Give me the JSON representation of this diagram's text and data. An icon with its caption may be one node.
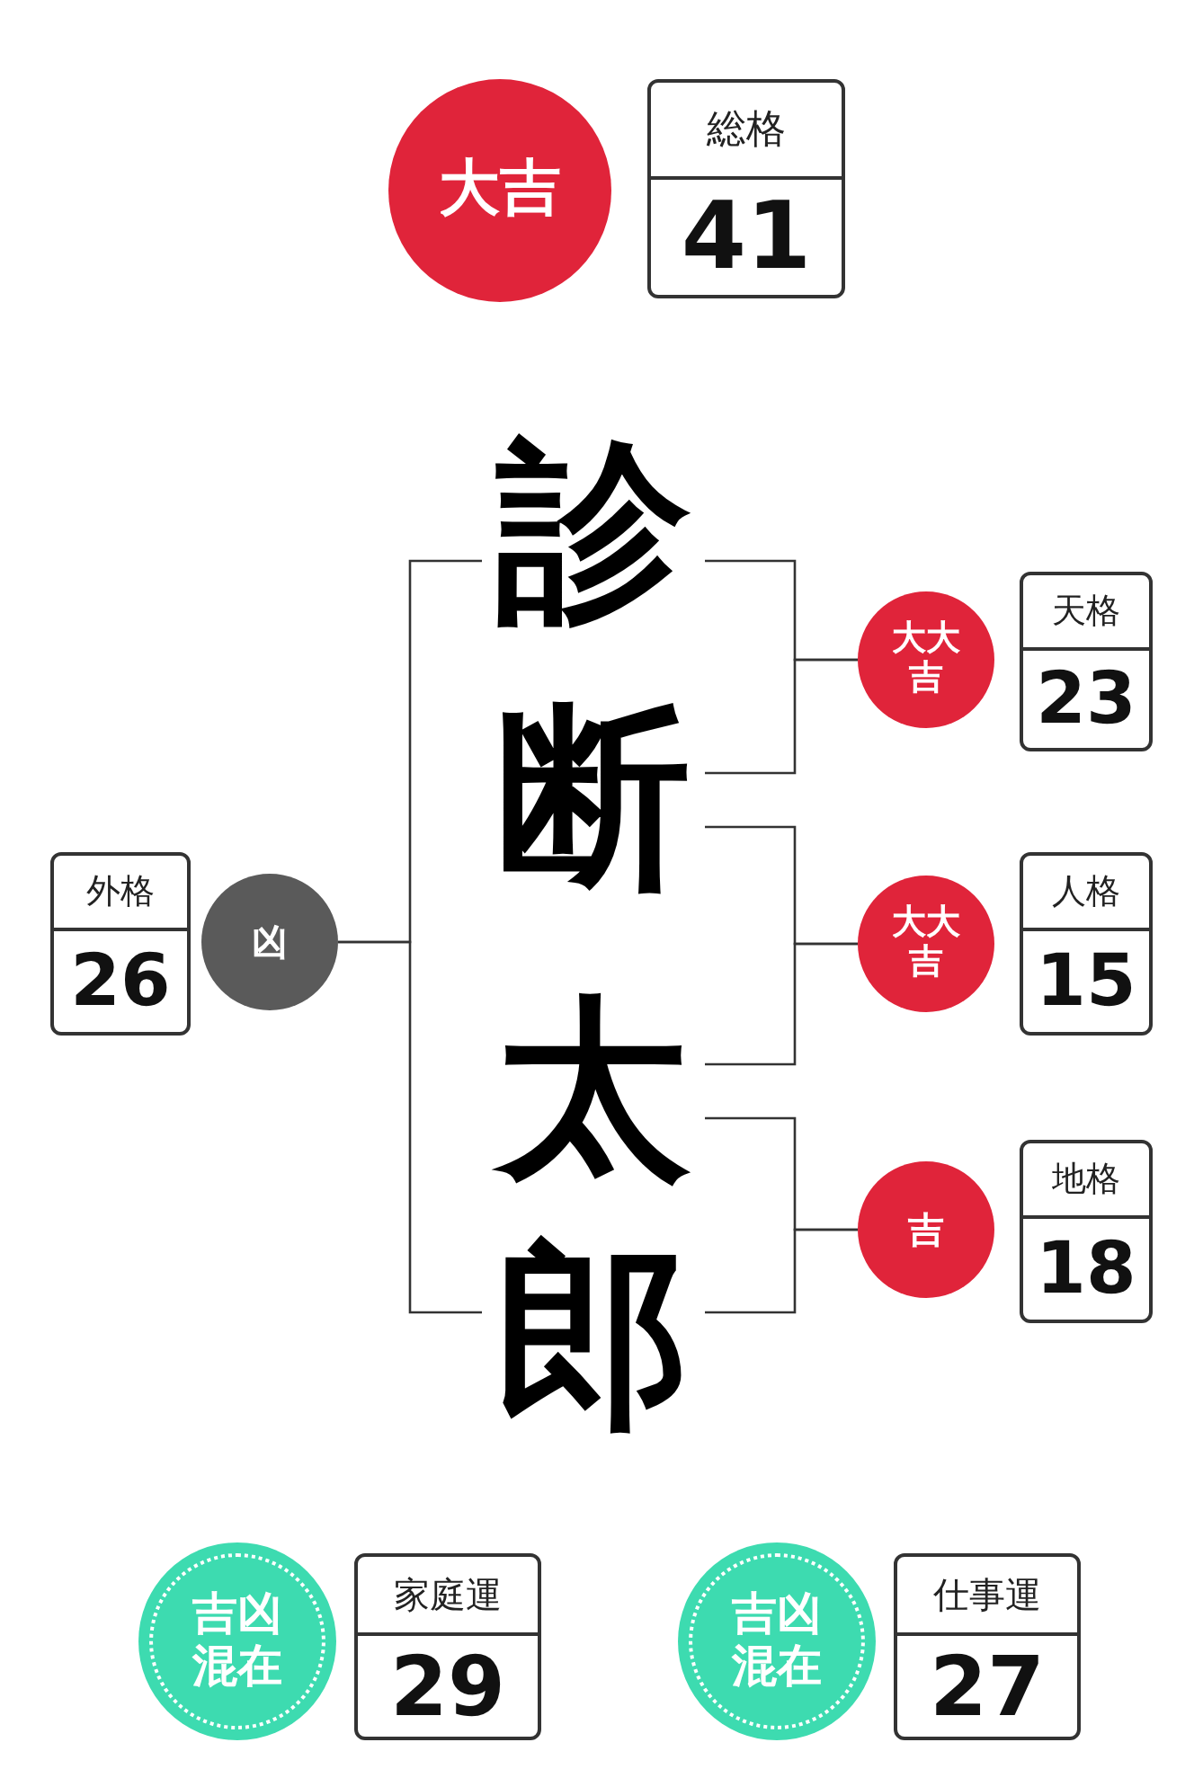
{
  "diagram": {
    "nodes": [
      {
        "text": [
          "大吉"
        ]
      },
      {
        "text": [
          "総格",
          "41"
        ]
      },
      {
        "text": [
          "診"
        ]
      },
      {
        "text": [
          "大大吉"
        ]
      },
      {
        "text": [
          "天格",
          "23"
        ]
      },
      {
        "text": [
          "外格",
          "26"
        ]
      },
      {
        "text": [
          "凶"
        ]
      },
      {
        "text": [
          "断"
        ]
      },
      {
        "text": [
          "大大吉"
        ]
      },
      {
        "text": [
          "人格",
          "15"
        ]
      },
      {
        "text": [
          "太"
        ]
      },
      {
        "text": [
          "吉"
        ]
      },
      {
        "text": [
          "地格",
          "18"
        ]
      },
      {
        "text": [
          "郎"
        ]
      },
      {
        "text": [
          "吉凶混在"
        ]
      },
      {
        "text": [
          "家庭運",
          "29"
        ]
      },
      {
        "text": [
          "吉凶混在"
        ]
      },
      {
        "text": [
          "仕事運",
          "27"
        ]
      }
    ],
    "edges": [
      {
        "from": 2,
        "to": 3,
        "arrow": "none"
      },
      {
        "from": 7,
        "to": 3,
        "arrow": "none"
      },
      {
        "from": 7,
        "to": 8,
        "arrow": "none"
      },
      {
        "from": 10,
        "to": 8,
        "arrow": "none"
      },
      {
        "from": 10,
        "to": 11,
        "arrow": "none"
      },
      {
        "from": 13,
        "to": 11,
        "arrow": "none"
      },
      {
        "from": 2,
        "to": 6,
        "arrow": "none"
      },
      {
        "from": 13,
        "to": 6,
        "arrow": "none"
      }
    ]
  }
}
